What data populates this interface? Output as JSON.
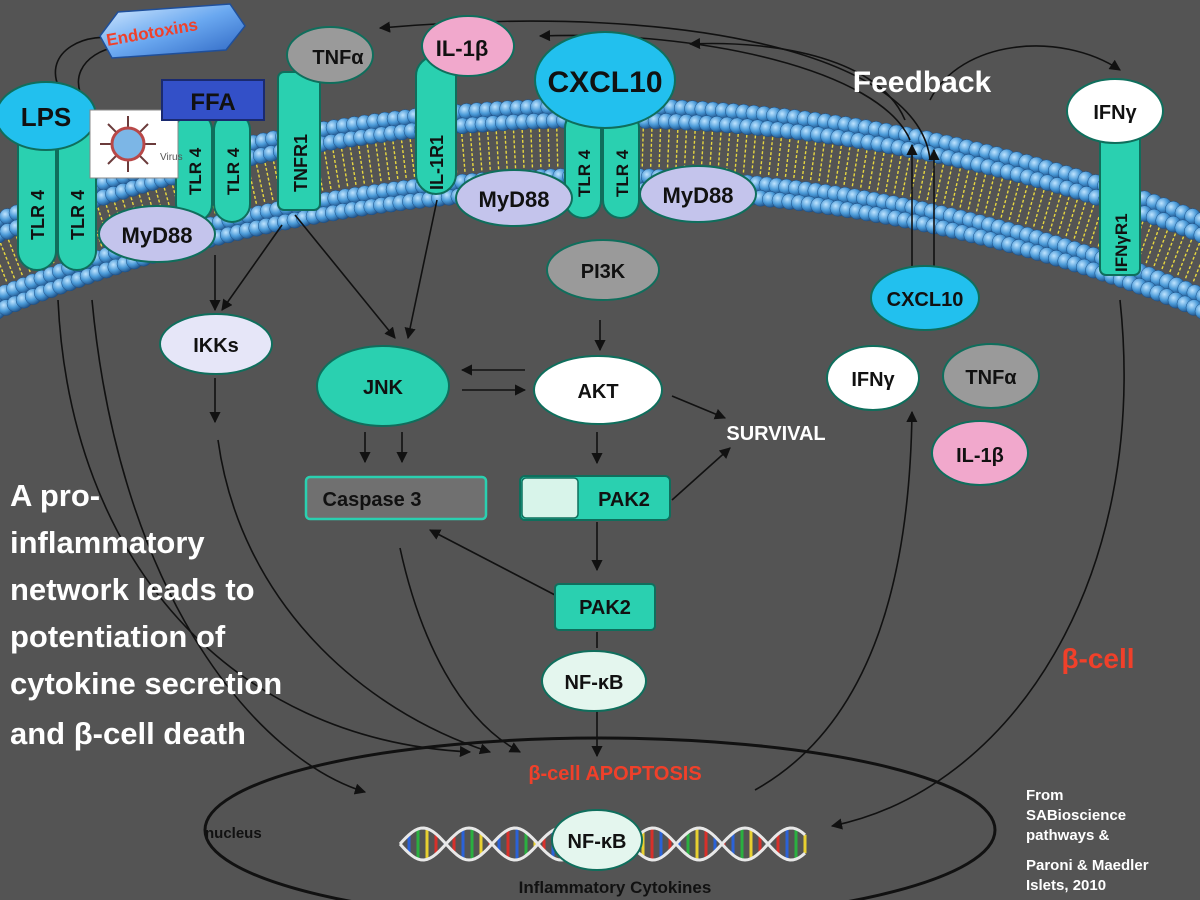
{
  "colors": {
    "background": "#545454",
    "teal": "#2ad0b0",
    "teal_stroke": "#0f6e5c",
    "cyan": "#22c0ee",
    "lavender": "#c4c4ec",
    "pink": "#f1a8cc",
    "white_node": "#ffffff",
    "mint": "#e4f6ee",
    "grey_node": "#9a9a9a",
    "ffa_blue": "#3350c8",
    "red_text": "#f0402a",
    "membrane_ball": "#4a9ad8",
    "lipid_tail": "#e8d840"
  },
  "labels": {
    "endotoxins": "Endotoxins",
    "lps": "LPS",
    "virus": "Virus",
    "ffa": "FFA",
    "tnfa_top": "TNFα",
    "il1b_top": "IL-1β",
    "cxcl10_top": "CXCL10",
    "feedback": "Feedback",
    "ifng_top": "IFNγ",
    "tlr4": "TLR 4",
    "tnfr1": "TNFR1",
    "il1r1": "IL-1R1",
    "ifngr1": "IFNγR1",
    "myd88": "MyD88",
    "pi3k": "PI3K",
    "ikks": "IKKs",
    "jnk": "JNK",
    "akt": "AKT",
    "survival": "SURVIVAL",
    "caspase3": "Caspase 3",
    "pak2": "PAK2",
    "nfkb": "NF-κB",
    "cxcl10_cell": "CXCL10",
    "ifng_cell": "IFNγ",
    "tnfa_cell": "TNFα",
    "il1b_cell": "IL-1β",
    "beta_cell": "β-cell",
    "apoptosis": "β-cell APOPTOSIS",
    "nucleus": "nucleus",
    "inflammatory_cytokines": "Inflammatory Cytokines",
    "caption_lines": [
      "A pro-",
      "inflammatory",
      "network leads to",
      "potentiation of",
      "cytokine secretion",
      "and β-cell death"
    ],
    "credit_lines": [
      "From",
      "SABioscience",
      "pathways &",
      "",
      "Paroni & Maedler",
      "Islets, 2010"
    ]
  }
}
